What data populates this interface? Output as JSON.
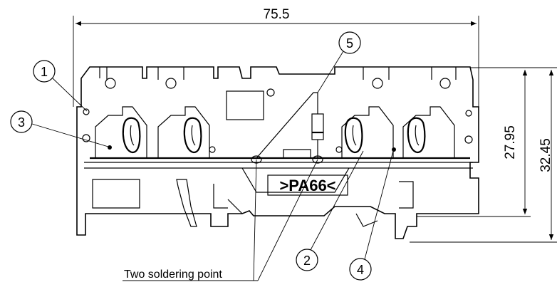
{
  "dimensions": {
    "width": "75.5",
    "height_inner": "27.95",
    "height_outer": "32.45"
  },
  "marking": ">PA66<",
  "callouts": [
    {
      "label": "1"
    },
    {
      "label": "2"
    },
    {
      "label": "3"
    },
    {
      "label": "4"
    },
    {
      "label": "5"
    }
  ],
  "note": "Two soldering point"
}
